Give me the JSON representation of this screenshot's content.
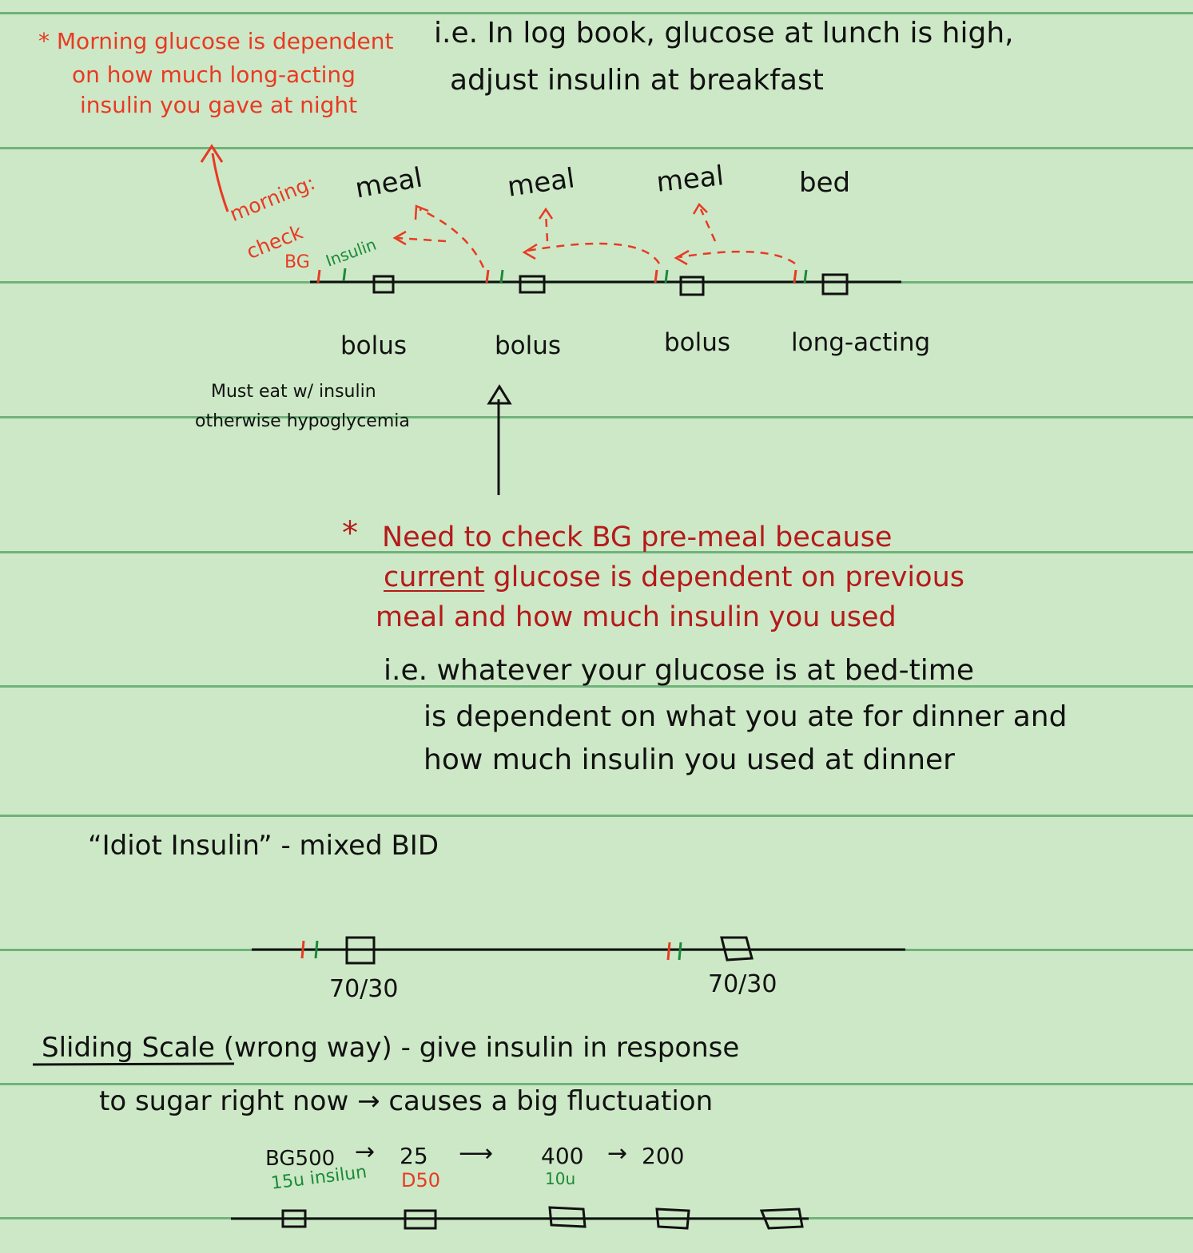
{
  "top": {
    "morning_note": [
      "* Morning glucose is dependent",
      "on how much long-acting",
      "insulin you gave at night"
    ],
    "example_note": [
      "i.e. In log book, glucose at lunch is high,",
      "adjust insulin at breakfast"
    ]
  },
  "timeline1": {
    "morning_label": [
      "morning:",
      "check"
    ],
    "bg_label": "BG",
    "insulin_label": "Insulin",
    "top_labels": [
      "meal",
      "meal",
      "meal",
      "bed"
    ],
    "bottom_labels": [
      "bolus",
      "bolus",
      "bolus",
      "long-acting"
    ],
    "hypo_note": [
      "Must eat w/ insulin",
      "otherwise hypoglycemia"
    ]
  },
  "premeal": {
    "star": "*",
    "lines": [
      "Need to check BG pre-meal because",
      "glucose is dependent on previous",
      "meal and how much insulin you used"
    ],
    "underlined_word": "current"
  },
  "bedtime": {
    "lines": [
      "i.e. whatever your glucose is at bed-time",
      "is dependent on what you ate for dinner and",
      "how much insulin you used at dinner"
    ]
  },
  "idiot": {
    "title": "“Idiot Insulin” - mixed BID",
    "labels": [
      "70/30",
      "70/30"
    ]
  },
  "sliding": {
    "title": "Sliding Scale",
    "title_rest": "(wrong way) - give insulin in response",
    "line2": "to sugar right now → causes a big fluctuation",
    "bg": "BG500",
    "v1": "25",
    "v2": "400",
    "v3": "200",
    "dose1": "15u insilun",
    "dose2": "D50",
    "dose3": "10u"
  },
  "colors": {
    "red": "#e83a24",
    "dark_red": "#b51a1a",
    "green": "#1a8a3a",
    "rule": "#6fb37a"
  }
}
